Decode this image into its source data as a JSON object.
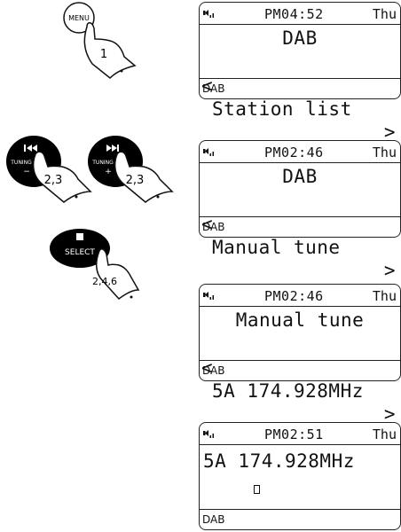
{
  "controls": {
    "menu": {
      "label": "MENU",
      "step": "1"
    },
    "tuning_prev": {
      "label": "TUNING",
      "sign": "−",
      "step": "2,3"
    },
    "tuning_next": {
      "label": "TUNING",
      "sign": "+",
      "step": "2,3"
    },
    "select": {
      "label": "SELECT",
      "step": "2,4,6"
    }
  },
  "screens": [
    {
      "time": "PM04:52",
      "day": "Thu",
      "line1": "DAB",
      "line2_left": "<",
      "line2_text": "Station list",
      "line2_right": ">",
      "footer": "DAB"
    },
    {
      "time": "PM02:46",
      "day": "Thu",
      "line1": "DAB",
      "line2_left": "<",
      "line2_text": "Manual tune",
      "line2_right": ">",
      "footer": "DAB"
    },
    {
      "time": "PM02:46",
      "day": "Thu",
      "line1": "Manual tune",
      "line2_left": "<",
      "line2_text": "5A 174.928MHz",
      "line2_right": ">",
      "footer": "DAB"
    },
    {
      "time": "PM02:51",
      "day": "Thu",
      "line1": "5A 174.928MHz",
      "footer": "DAB"
    }
  ],
  "colors": {
    "button_fill": "#000000",
    "lcd_border": "#222222",
    "text": "#111111"
  },
  "icons": {
    "signal": "signal-strength-icon",
    "hand": "pointing-hand-icon",
    "prev": "skip-back-icon",
    "next": "skip-forward-icon",
    "stop": "square-icon"
  }
}
